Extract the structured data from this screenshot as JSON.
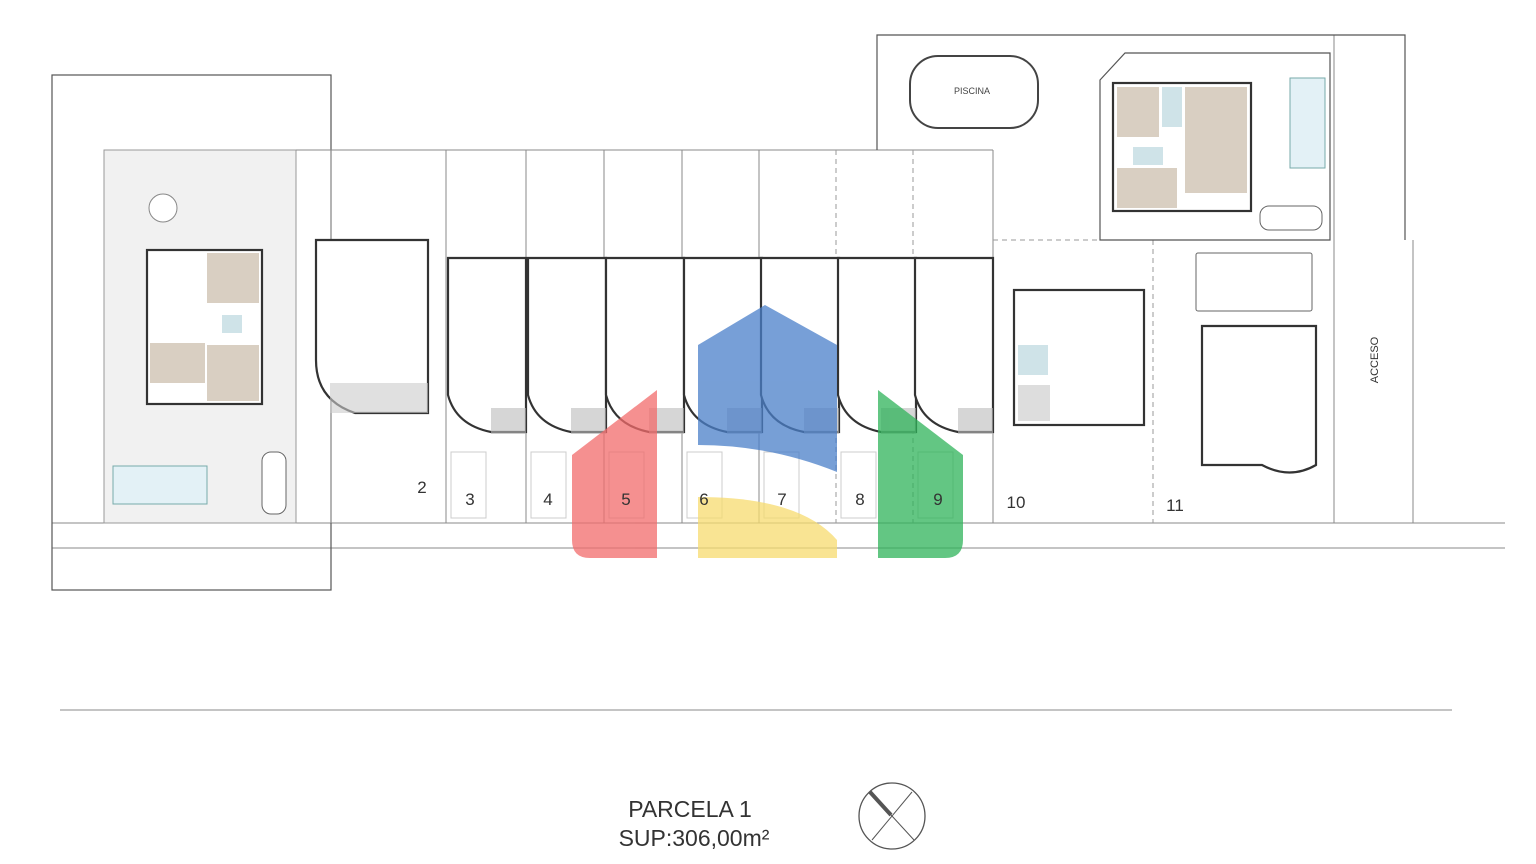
{
  "plan": {
    "plot_numbers": [
      "2",
      "3",
      "4",
      "5",
      "6",
      "7",
      "8",
      "9",
      "10",
      "11"
    ],
    "pool_label": "PISCINA",
    "access_label": "ACCESO",
    "title_line1": "PARCELA 1",
    "title_line2": "SUP:306,00m²"
  },
  "logo": {
    "colors": {
      "red": "#f26b6b",
      "blue": "#4a7fc9",
      "yellow": "#f7dc6f",
      "green": "#2fb35a"
    }
  }
}
